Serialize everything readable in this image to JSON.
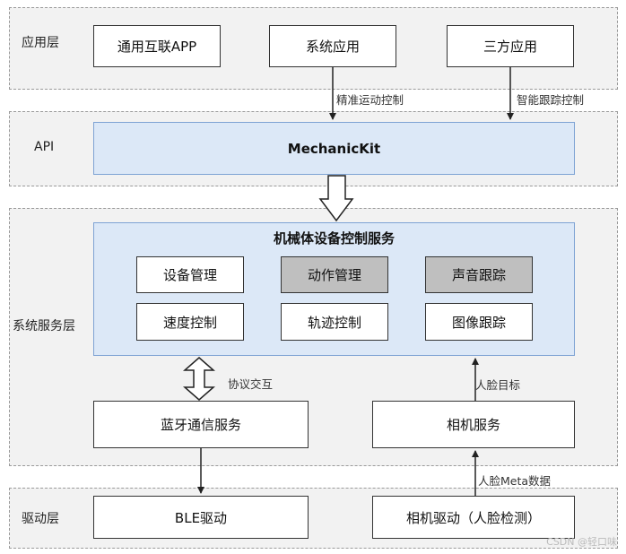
{
  "layers": {
    "app": "应用层",
    "api": "API",
    "system_service": "系统服务层",
    "driver": "驱动层"
  },
  "app_layer": {
    "general_app": "通用互联APP",
    "system_app": "系统应用",
    "third_party_app": "三方应用"
  },
  "api_layer": {
    "mechanickit": "MechanicKit"
  },
  "service": {
    "title": "机械体设备控制服务",
    "modules": {
      "device_management": "设备管理",
      "motion_management": "动作管理",
      "sound_tracking": "声音跟踪",
      "speed_control": "速度控制",
      "trajectory_control": "轨迹控制",
      "image_tracking": "图像跟踪"
    },
    "bluetooth_service": "蓝牙通信服务",
    "camera_service": "相机服务"
  },
  "driver_layer": {
    "ble_driver": "BLE驱动",
    "camera_driver": "相机驱动（人脸检测）"
  },
  "edges": {
    "precise_motion": "精准运动控制",
    "smart_tracking": "智能跟踪控制",
    "protocol": "协议交互",
    "face_target": "人脸目标",
    "face_meta": "人脸Meta数据"
  },
  "module_colors": {
    "highlighted": "#bfbfbf",
    "normal": "#ffffff"
  },
  "accent_colors": {
    "api_fill": "#dce8f7",
    "api_border": "#7ea3d4"
  },
  "watermark": "CSDN @轻口味"
}
